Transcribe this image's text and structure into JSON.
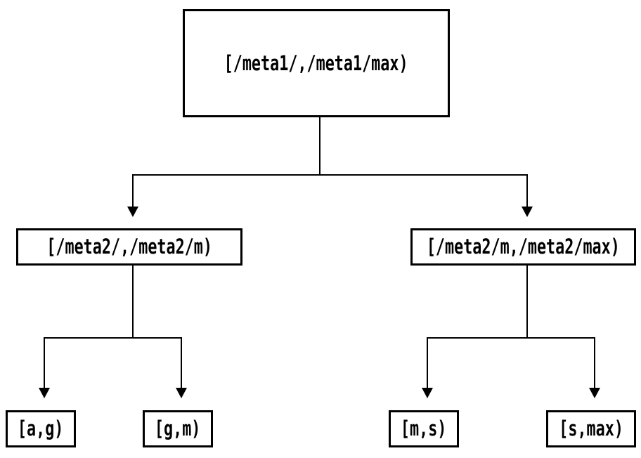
{
  "colors": {
    "background": "#ffffff",
    "line": "#000000",
    "text": "#000000"
  },
  "nodes": {
    "root": {
      "label": "[/meta1/,/meta1/max)"
    },
    "meta2_low": {
      "label": "[/meta2/,/meta2/m)"
    },
    "meta2_high": {
      "label": "[/meta2/m,/meta2/max)"
    },
    "leaf_a_g": {
      "label": "[a,g)"
    },
    "leaf_g_m": {
      "label": "[g,m)"
    },
    "leaf_m_s": {
      "label": "[m,s)"
    },
    "leaf_s_max": {
      "label": "[s,max)"
    }
  },
  "edges": [
    {
      "from": "root",
      "to": "meta2_low"
    },
    {
      "from": "root",
      "to": "meta2_high"
    },
    {
      "from": "meta2_low",
      "to": "leaf_a_g"
    },
    {
      "from": "meta2_low",
      "to": "leaf_g_m"
    },
    {
      "from": "meta2_high",
      "to": "leaf_m_s"
    },
    {
      "from": "meta2_high",
      "to": "leaf_s_max"
    }
  ]
}
